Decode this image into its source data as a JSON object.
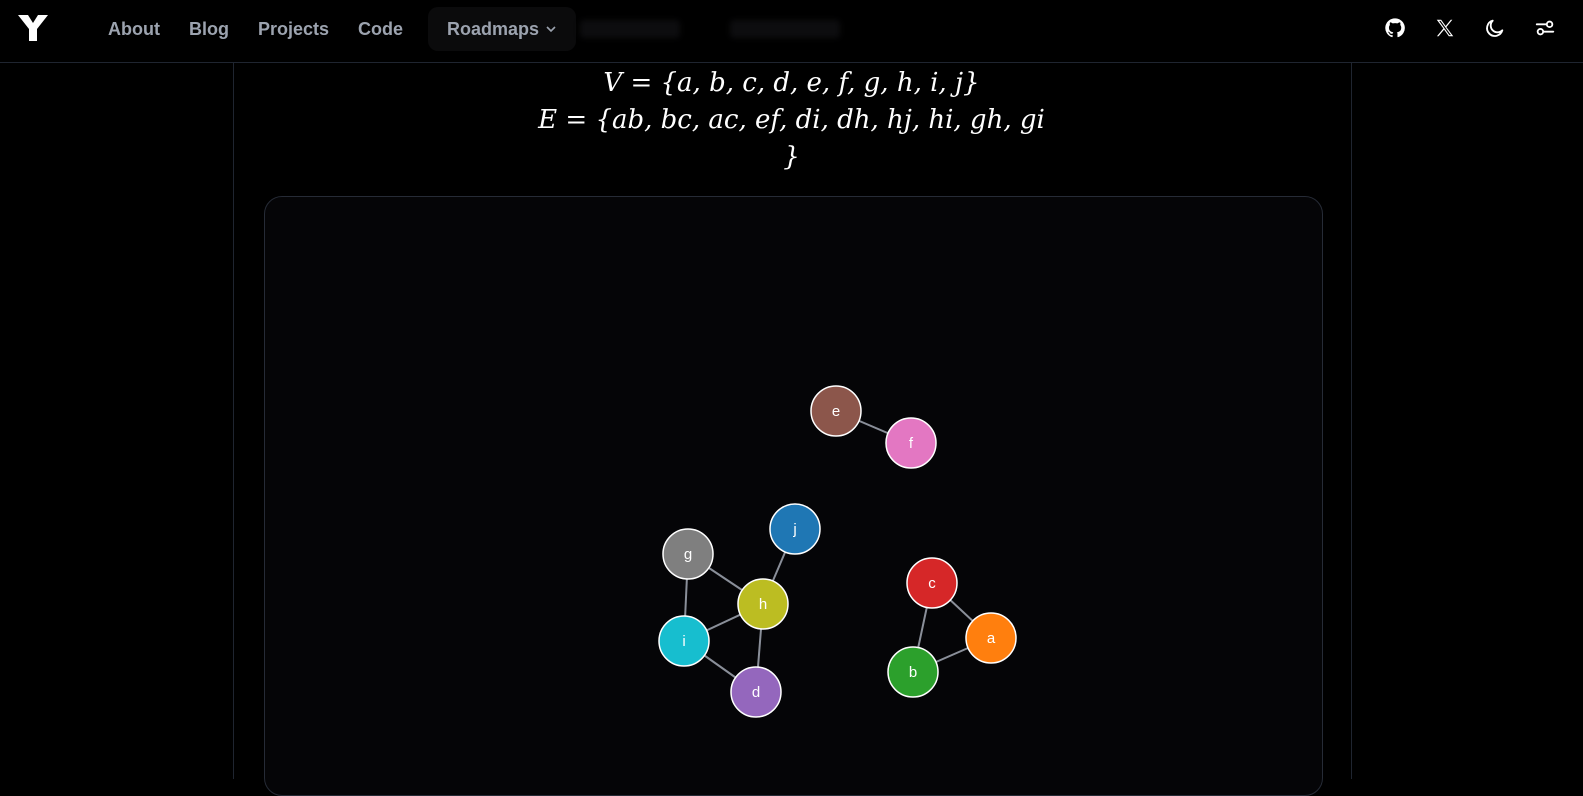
{
  "nav": {
    "links": [
      "About",
      "Blog",
      "Projects",
      "Code"
    ],
    "roadmaps_label": "Roadmaps",
    "icons": [
      "github-icon",
      "x-icon",
      "moon-icon",
      "settings-sliders-icon"
    ]
  },
  "math": {
    "vertices_line": "V = {a, b, c, d, e, f, g, h, i, j}",
    "edges_line": "E = {ab, bc, ac, ef, di, dh, hj, hi, gh, gi",
    "closing_brace": "}"
  },
  "graph": {
    "nodes": [
      {
        "id": "e",
        "color": "#8c564b"
      },
      {
        "id": "f",
        "color": "#e377c2"
      },
      {
        "id": "j",
        "color": "#1f77b4"
      },
      {
        "id": "g",
        "color": "#7f7f7f"
      },
      {
        "id": "h",
        "color": "#bcbd22"
      },
      {
        "id": "i",
        "color": "#17becf"
      },
      {
        "id": "d",
        "color": "#9467bd"
      },
      {
        "id": "c",
        "color": "#d62728"
      },
      {
        "id": "a",
        "color": "#ff7f0e"
      },
      {
        "id": "b",
        "color": "#2ca02c"
      }
    ],
    "edges": [
      [
        "a",
        "b"
      ],
      [
        "b",
        "c"
      ],
      [
        "a",
        "c"
      ],
      [
        "e",
        "f"
      ],
      [
        "d",
        "i"
      ],
      [
        "d",
        "h"
      ],
      [
        "h",
        "j"
      ],
      [
        "h",
        "i"
      ],
      [
        "g",
        "h"
      ],
      [
        "g",
        "i"
      ]
    ],
    "edge_color": "#8a8f99",
    "node_stroke": "#ffffff"
  }
}
